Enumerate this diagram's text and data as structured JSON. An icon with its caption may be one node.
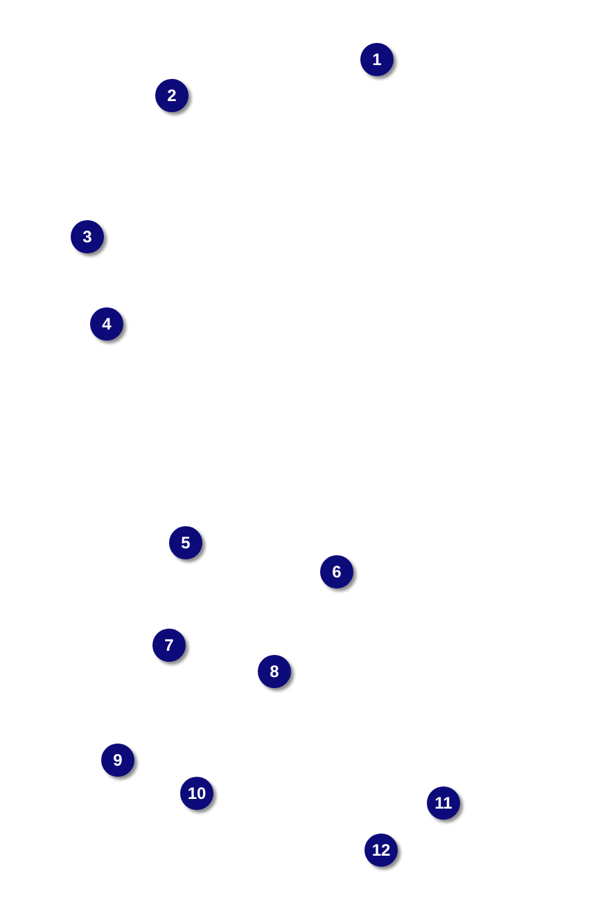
{
  "diagram": {
    "labels": [
      "1",
      "2",
      "3",
      "4",
      "5",
      "6",
      "7",
      "8",
      "9",
      "10",
      "11",
      "12"
    ]
  }
}
